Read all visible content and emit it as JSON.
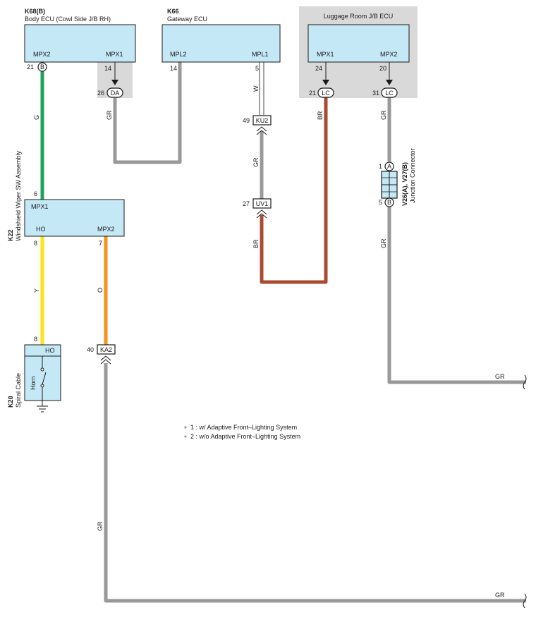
{
  "colors": {
    "green": "#1fa35a",
    "gray": "#999999",
    "brown": "#a84b30",
    "yellow": "#ffe21a",
    "orange": "#f5921e",
    "ecu_fill": "#c5e8f7",
    "shade": "#d9d9d9"
  },
  "components": {
    "k68": {
      "code": "K68(B)",
      "name": "Body ECU (Cowl Side J/B RH)",
      "pin_left": "MPX2",
      "pin_right": "MPX1"
    },
    "k66": {
      "code": "K66",
      "name": "Gateway ECU",
      "pin_left": "MPL2",
      "pin_right": "MPL1"
    },
    "luggage": {
      "name": "Luggage Room J/B ECU",
      "pin_left": "MPX1",
      "pin_right": "MPX2"
    },
    "k22": {
      "code": "K22",
      "name": "Windshield Wiper SW Assembly",
      "pin_top": "MPX1",
      "pin_left": "HO",
      "pin_right": "MPX2"
    },
    "k20": {
      "code": "K20",
      "name": "Spiral Cable",
      "pin": "HO",
      "switch": "Horn"
    },
    "v26": {
      "code": "V26(A), V27(B)",
      "name": "Junction Connector"
    }
  },
  "pins": {
    "k68_mpx2": "21",
    "k68_mpx1": "14",
    "k66_mpl2": "14",
    "k66_mpl1": "5",
    "lug_mpx1": "24",
    "lug_mpx2": "20",
    "da": "26",
    "lc1": "21",
    "lc2": "31",
    "ku2": "49",
    "uv1": "27",
    "k22_mpx1": "6",
    "k22_ho": "8",
    "k22_mpx2": "7",
    "k20_ho": "8",
    "ka2": "40",
    "jc_a": "1",
    "jc_b": "5"
  },
  "connectors": {
    "b1": "B",
    "da": "DA",
    "lc1": "LC",
    "lc2": "LC",
    "ku2": "KU2",
    "uv1": "UV1",
    "ka2": "KA2",
    "jc_a": "A",
    "jc_b": "B"
  },
  "wires": {
    "g": "G",
    "gr_da": "GR",
    "w": "W",
    "gr_ku": "GR",
    "br_uv": "BR",
    "br_lc": "BR",
    "gr_lc": "GR",
    "gr_jc": "GR",
    "y": "Y",
    "o": "O",
    "gr_right1": "GR",
    "gr_ka": "GR",
    "gr_right2": "GR"
  },
  "notes": [
    "1 : w/ Adaptive Front–Lighting System",
    "2 : w/o Adaptive Front–Lighting System"
  ]
}
